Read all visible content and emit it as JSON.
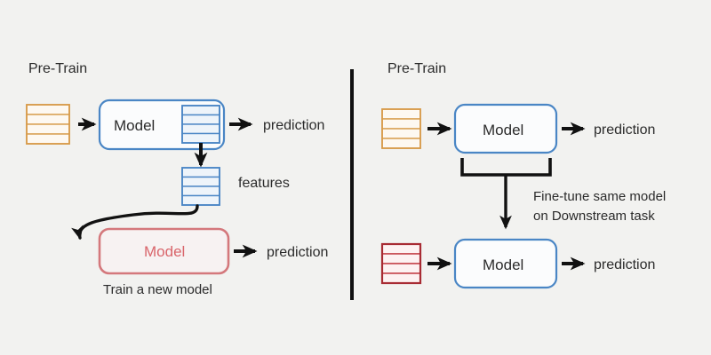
{
  "figure": {
    "background_color": "#f2f2f0",
    "divider_color": "#111111",
    "title": ""
  },
  "palette": {
    "blue": "#4a86c5",
    "orange": "#d79b4a",
    "red_box": "#d4787c",
    "red_table": "#a82b33",
    "red_text": "#d9656b",
    "text": "#2b2b2b",
    "arrow": "#111111"
  },
  "left_panel": {
    "section_label": "Pre-Train",
    "input_table": {
      "name": "orange-data-table",
      "rows": 4,
      "color": "#d79b4a"
    },
    "model_box": {
      "label": "Model",
      "color": "#4a86c5"
    },
    "embedded_table": {
      "name": "blue-data-table",
      "rows": 4,
      "color": "#4a86c5"
    },
    "prediction_label": "prediction",
    "features_table": {
      "name": "blue-features-table",
      "rows": 4,
      "color": "#4a86c5"
    },
    "features_label": "features",
    "new_model_box": {
      "label": "Model",
      "color": "#d4787c"
    },
    "new_model_caption": "Train a new model",
    "new_model_prediction_label": "prediction"
  },
  "right_panel": {
    "section_label": "Pre-Train",
    "input_table": {
      "name": "orange-data-table",
      "rows": 4,
      "color": "#d79b4a"
    },
    "model_box": {
      "label": "Model",
      "color": "#4a86c5"
    },
    "prediction_label": "prediction",
    "finetune_note_line1": "Fine-tune same model",
    "finetune_note_line2": "on Downstream task",
    "downstream_table": {
      "name": "red-data-table",
      "rows": 4,
      "color": "#a82b33"
    },
    "downstream_model_box": {
      "label": "Model",
      "color": "#4a86c5"
    },
    "downstream_prediction_label": "prediction"
  }
}
